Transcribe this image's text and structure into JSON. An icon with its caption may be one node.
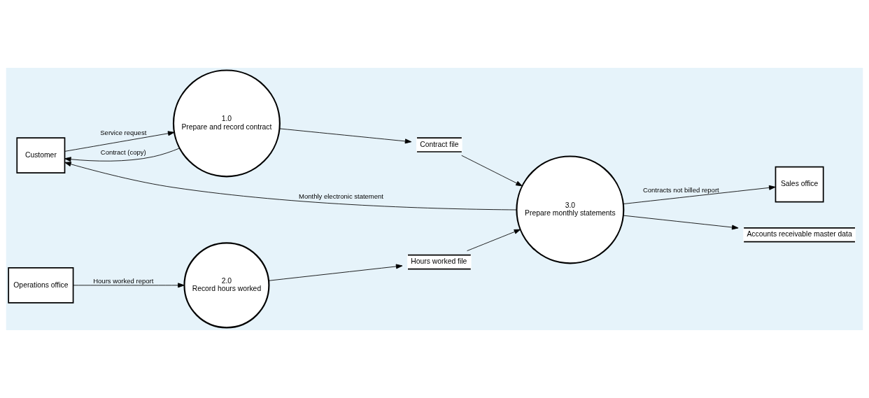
{
  "diagram": {
    "nodes": [
      {
        "text": [
          "Customer"
        ]
      },
      {
        "text": [
          "1.0",
          "Prepare and record contract"
        ]
      },
      {
        "text": [
          "2.0",
          "Record hours worked"
        ]
      },
      {
        "text": [
          "Operations office"
        ]
      },
      {
        "text": [
          "Contract file"
        ]
      },
      {
        "text": [
          "Hours worked file"
        ]
      },
      {
        "text": [
          "3.0",
          "Prepare monthly statements"
        ]
      },
      {
        "text": [
          "Sales office"
        ]
      },
      {
        "text": [
          "Accounts receivable master data"
        ]
      }
    ],
    "edges": [
      {
        "from": 0,
        "to": 1,
        "arrow": "to",
        "label": "Service request"
      },
      {
        "from": 1,
        "to": 0,
        "arrow": "to",
        "label": "Contract (copy)"
      },
      {
        "from": 3,
        "to": 2,
        "arrow": "to",
        "label": "Hours worked report"
      },
      {
        "from": 1,
        "to": 4,
        "arrow": "to"
      },
      {
        "from": 2,
        "to": 5,
        "arrow": "to"
      },
      {
        "from": 4,
        "to": 6,
        "arrow": "to"
      },
      {
        "from": 5,
        "to": 6,
        "arrow": "to"
      },
      {
        "from": 6,
        "to": 0,
        "arrow": "to",
        "label": "Monthly electronic statement"
      },
      {
        "from": 6,
        "to": 7,
        "arrow": "to",
        "label": "Contracts not billed report"
      },
      {
        "from": 6,
        "to": 8,
        "arrow": "to"
      }
    ]
  }
}
